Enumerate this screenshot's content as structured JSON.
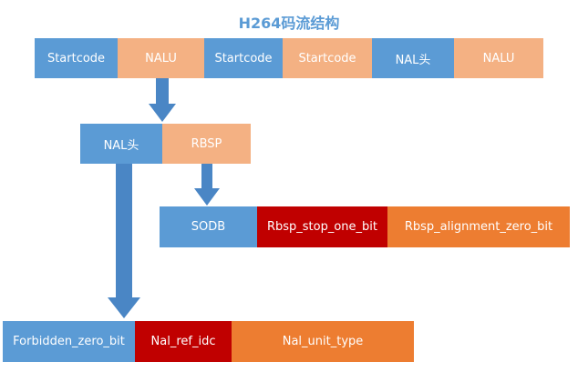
{
  "title": "H264码流结构",
  "stream": [
    "Startcode",
    "NALU",
    "Startcode",
    "Startcode",
    "NAL头",
    "NALU"
  ],
  "nalu": [
    "NAL头",
    "RBSP"
  ],
  "rbsp": [
    "SODB",
    "Rbsp_stop_one_bit",
    "Rbsp_alignment_zero_bit"
  ],
  "nal_header": [
    "Forbidden_zero_bit",
    "Nal_ref_idc",
    "Nal_unit_type"
  ],
  "colors": {
    "blue": "#5b9bd5",
    "peach": "#f4b183",
    "dark_red": "#c00000",
    "orange": "#ed7d31",
    "title": "#5b9bd5"
  }
}
